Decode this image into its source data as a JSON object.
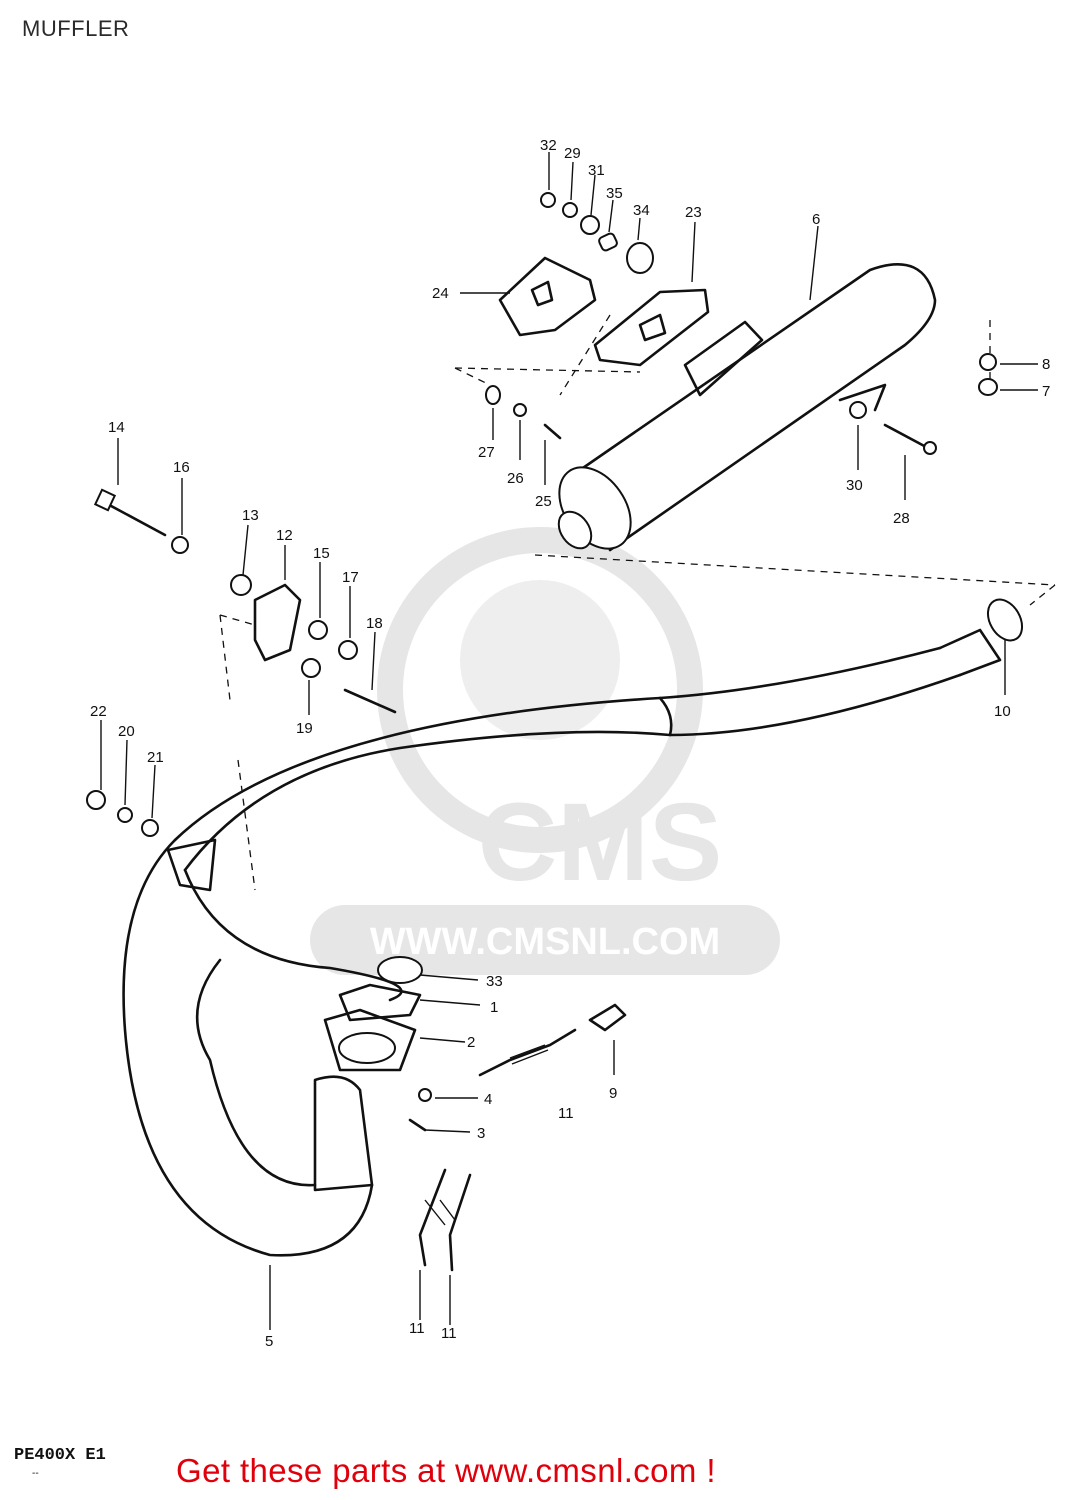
{
  "title": "MUFFLER",
  "model_code": "PE400X E1",
  "model_subcode": "--",
  "footer_link": "Get these parts at www.cmsnl.com !",
  "watermark": {
    "url_text": "WWW.CMSNL.COM",
    "brand": "CMS",
    "color": "#e6e6e6"
  },
  "colors": {
    "line": "#111111",
    "footer": "#e0000b",
    "background": "#ffffff"
  },
  "part_labels": {
    "p1": "1",
    "p2": "2",
    "p3": "3",
    "p4": "4",
    "p5": "5",
    "p6": "6",
    "p7": "7",
    "p8": "8",
    "p9": "9",
    "p10": "10",
    "p11a": "11",
    "p11b": "11",
    "p11c": "11",
    "p12": "12",
    "p13": "13",
    "p14": "14",
    "p15": "15",
    "p16": "16",
    "p17": "17",
    "p18": "18",
    "p19": "19",
    "p20": "20",
    "p21": "21",
    "p22": "22",
    "p23": "23",
    "p24": "24",
    "p25": "25",
    "p26": "26",
    "p27": "27",
    "p28": "28",
    "p29": "29",
    "p30": "30",
    "p31": "31",
    "p32": "32",
    "p33": "33",
    "p34": "34",
    "p35": "35"
  }
}
